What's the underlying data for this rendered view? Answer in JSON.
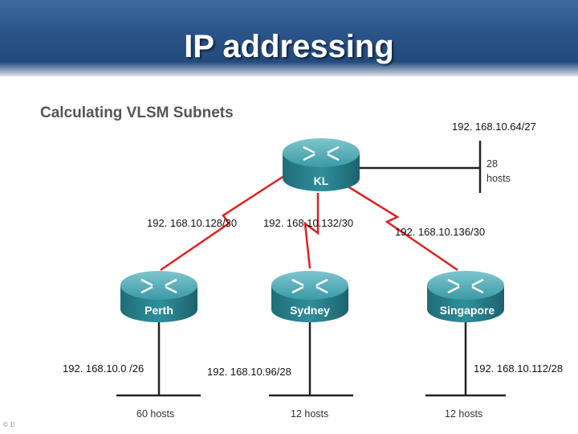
{
  "slide": {
    "title": "IP addressing",
    "subtitle": "Calculating VLSM Subnets",
    "footer_mark": "© 1!"
  },
  "routers": {
    "kl": "KL",
    "perth": "Perth",
    "sydney": "Sydney",
    "singapore": "Singapore"
  },
  "subnets": {
    "kl_lan": "192. 168.10.64/27",
    "link_kl_perth": "192. 168.10.128/30",
    "link_kl_sydney": "192. 168.10.132/30",
    "link_kl_singapore": "192. 168.10.136/30",
    "perth_lan": "192. 168.10.0 /26",
    "sydney_lan": "192. 168.10.96/28",
    "singapore_lan": "192. 168.10.112/28"
  },
  "hosts": {
    "kl_count": "28",
    "kl_word": "hosts",
    "perth": "60 hosts",
    "sydney": "12 hosts",
    "singapore": "12 hosts"
  },
  "colors": {
    "header": "#2a5387",
    "wan_link": "#e02020",
    "router_body": "#2a8a96"
  }
}
